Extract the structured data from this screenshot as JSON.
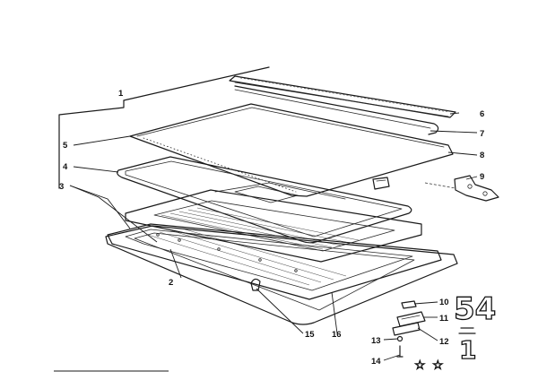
{
  "callouts": [
    "1",
    "2",
    "3",
    "4",
    "5",
    "6",
    "7",
    "8",
    "9",
    "10",
    "11",
    "12",
    "13",
    "14",
    "15",
    "16"
  ],
  "stamp": {
    "group_number": "54",
    "variant_mark": "1"
  },
  "stars": [
    "☆",
    "☆"
  ]
}
